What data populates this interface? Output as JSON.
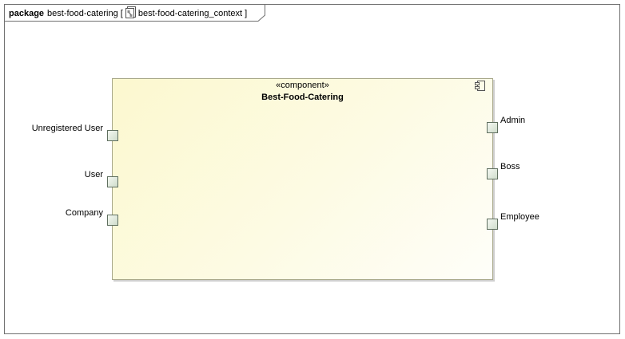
{
  "package": {
    "keyword": "package",
    "name": "best-food-catering",
    "open_bracket": "[",
    "diagram_name": "best-food-catering_context",
    "close_bracket": "]"
  },
  "component": {
    "stereotype": "«component»",
    "name": "Best-Food-Catering"
  },
  "ports": {
    "left": [
      {
        "label": "Unregistered User"
      },
      {
        "label": "User"
      },
      {
        "label": "Company"
      }
    ],
    "right": [
      {
        "label": "Admin"
      },
      {
        "label": "Boss"
      },
      {
        "label": "Employee"
      }
    ]
  },
  "colors": {
    "component_fill": "#fcf8cf",
    "port_fill": "#cfdccb",
    "frame_border": "#6f6f6f"
  },
  "icons": {
    "diagram": "diagram-icon",
    "component": "component-icon"
  }
}
